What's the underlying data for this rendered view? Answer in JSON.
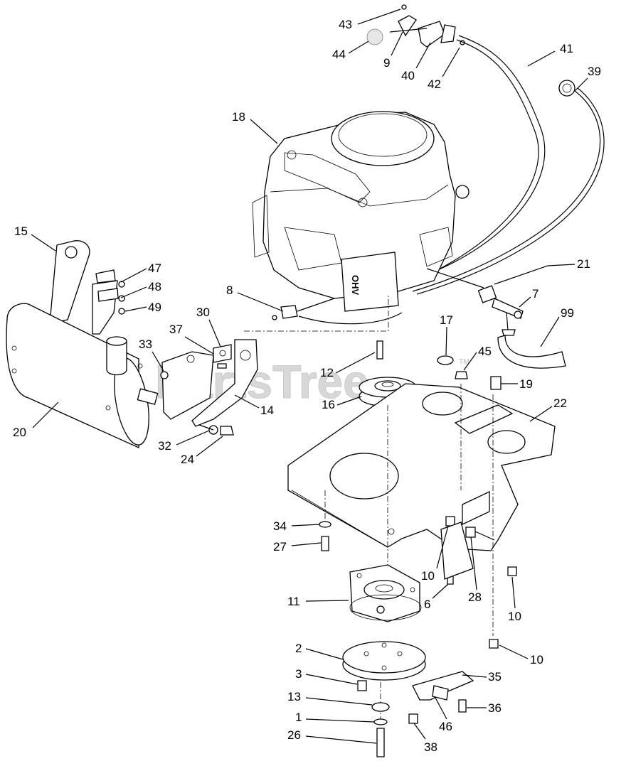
{
  "watermark": {
    "text": "PartsTree",
    "tm": "TM"
  },
  "callouts": [
    "43",
    "44",
    "9",
    "40",
    "42",
    "41",
    "39",
    "18",
    "15",
    "47",
    "48",
    "49",
    "8",
    "30",
    "37",
    "33",
    "20",
    "12",
    "16",
    "14",
    "17",
    "45",
    "19",
    "22",
    "32",
    "24",
    "21",
    "7",
    "99",
    "34",
    "27",
    "10",
    "11",
    "6",
    "28",
    "10",
    "10",
    "2",
    "3",
    "13",
    "1",
    "26",
    "35",
    "36",
    "46",
    "38"
  ]
}
